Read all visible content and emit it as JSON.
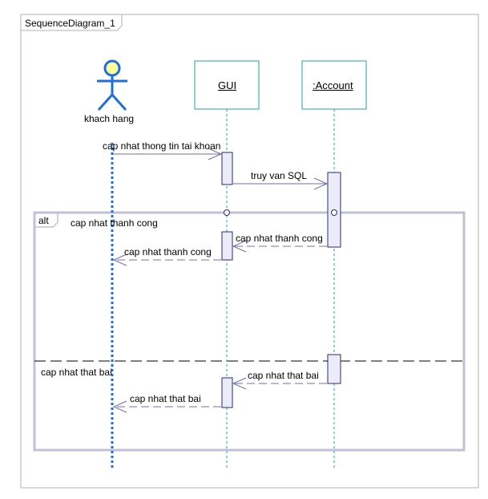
{
  "diagram": {
    "frame_title": "SequenceDiagram_1",
    "lifelines": [
      {
        "id": "actor",
        "kind": "actor",
        "label": "khach hang"
      },
      {
        "id": "gui",
        "kind": "object",
        "label": "GUI"
      },
      {
        "id": "account",
        "kind": "object",
        "label": ":Account"
      }
    ],
    "messages": [
      {
        "label": "cap nhat thong tin tai khoan",
        "from": "actor",
        "to": "gui",
        "style": "sync"
      },
      {
        "label": "truy van SQL",
        "from": "gui",
        "to": "account",
        "style": "sync"
      },
      {
        "label": "cap nhat thanh cong",
        "from": "account",
        "to": "gui",
        "style": "return"
      },
      {
        "label": "cap nhat thanh cong",
        "from": "gui",
        "to": "actor",
        "style": "return"
      },
      {
        "label": "cap nhat that bai",
        "from": "account",
        "to": "gui",
        "style": "return"
      },
      {
        "label": "cap nhat that bai",
        "from": "gui",
        "to": "actor",
        "style": "return"
      }
    ],
    "fragment": {
      "operator": "alt",
      "guards": [
        "cap nhat thanh cong",
        "cap nhat that bai"
      ]
    },
    "colors": {
      "frame": "#b0b0b0",
      "object_border": "#2a9bb0",
      "object_fill": "#ffffff",
      "lifeline": "#2a9bb0",
      "actor_stroke": "#1e6fdc",
      "actor_head_fill": "#ffff99",
      "activation_border": "#2a2a6e",
      "activation_fill": "#ececf8",
      "message": "#7070a8",
      "fragment": "#c0c0d8"
    }
  }
}
